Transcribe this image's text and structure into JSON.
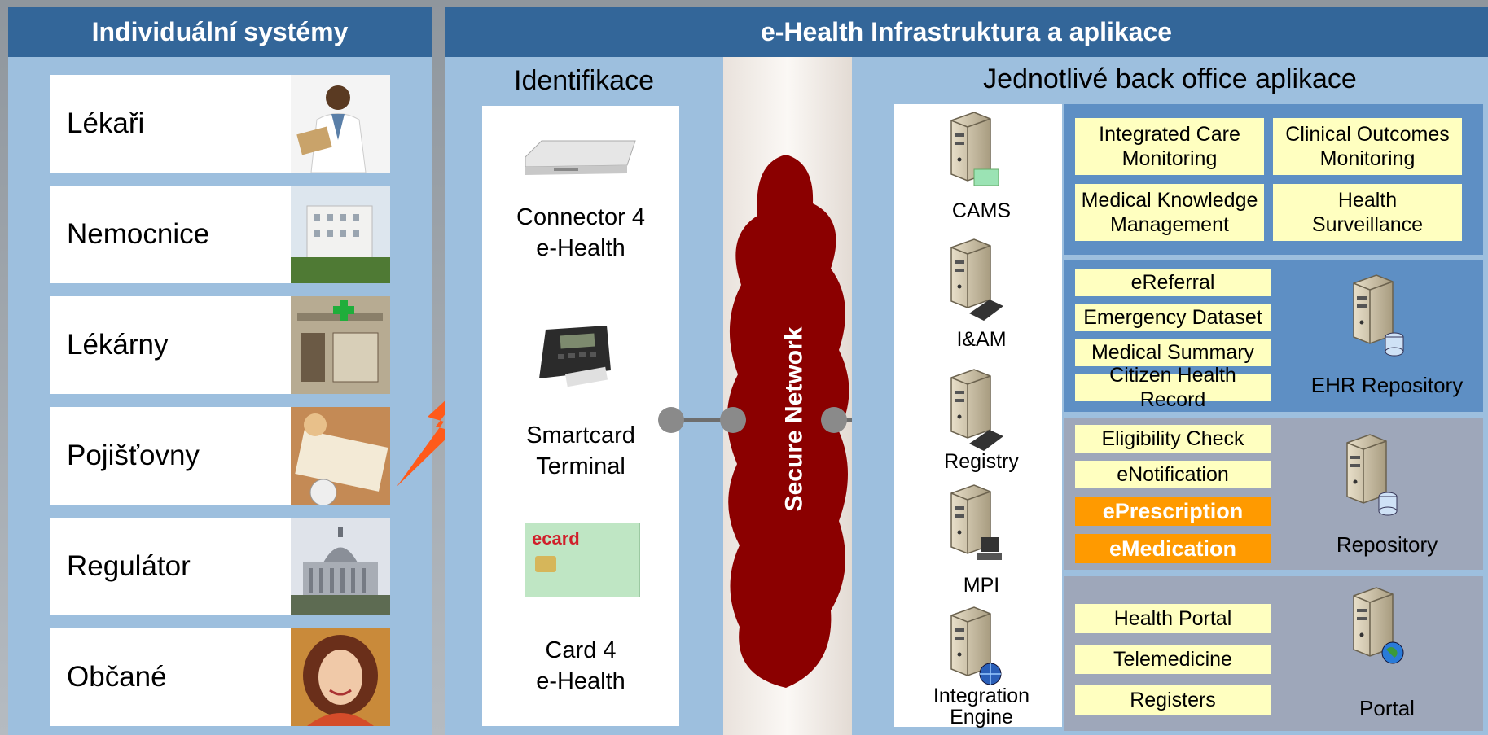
{
  "headers": {
    "left": "Individuální systémy",
    "right": "e-Health Infrastruktura a aplikace"
  },
  "left_rows": [
    {
      "label": "Lékaři",
      "icon": "doctor-photo"
    },
    {
      "label": "Nemocnice",
      "icon": "hospital-photo"
    },
    {
      "label": "Lékárny",
      "icon": "pharmacy-photo"
    },
    {
      "label": "Pojišťovny",
      "icon": "insurance-photo"
    },
    {
      "label": "Regulátor",
      "icon": "capitol-photo"
    },
    {
      "label": "Občané",
      "icon": "citizen-photo"
    }
  ],
  "identification": {
    "title": "Identifikace",
    "items": [
      {
        "label": "Connector 4\ne-Health",
        "icon": "connector-device-icon"
      },
      {
        "label": "Smartcard\nTerminal",
        "icon": "smartcard-terminal-icon"
      },
      {
        "label": "Card 4\ne-Health",
        "icon": "ecard-icon",
        "card_text": "ecard"
      }
    ]
  },
  "network": {
    "label": "Secure Network"
  },
  "backoffice": {
    "title": "Jednotlivé back office aplikace",
    "servers": [
      {
        "label": "CAMS",
        "icon": "server-card-icon"
      },
      {
        "label": "I&AM",
        "icon": "server-keyboard-icon"
      },
      {
        "label": "Registry",
        "icon": "server-keyboard-icon"
      },
      {
        "label": "MPI",
        "icon": "server-pc-icon"
      },
      {
        "label": "Integration\nEngine",
        "icon": "server-globe-icon"
      }
    ],
    "top_boxes": [
      "Integrated Care\nMonitoring",
      "Clinical Outcomes\nMonitoring",
      "Medical Knowledge\nManagement",
      "Health\nSurveillance"
    ],
    "ehr": {
      "items": [
        "eReferral",
        "Emergency Dataset",
        "Medical Summary",
        "Citizen Health Record"
      ],
      "label": "EHR Repository"
    },
    "repo": {
      "items": [
        "Eligibility Check",
        "eNotification"
      ],
      "highlight": [
        "ePrescription",
        "eMedication"
      ],
      "label": "Repository"
    },
    "portal": {
      "items": [
        "Health Portal",
        "Telemedicine",
        "Registers"
      ],
      "label": "Portal"
    }
  },
  "colors": {
    "header": "#336699",
    "panel": "#9dbfde",
    "cloud": "#8b0000",
    "highlight": "#ff9a00",
    "box": "#ffffc0",
    "lightning": "#ff5a1a"
  }
}
